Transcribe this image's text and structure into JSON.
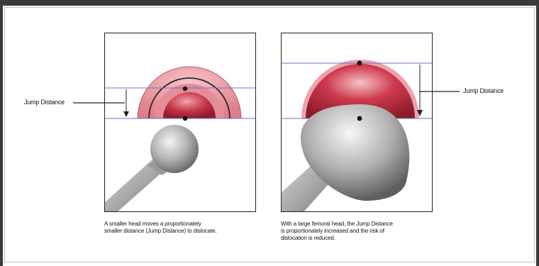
{
  "labels": {
    "left_jump": "Jump Distance",
    "right_jump": "Jump Distance"
  },
  "captions": {
    "left": [
      "A smaller head moves a proportionately",
      "smaller distance (Jump Distance) to dislocate."
    ],
    "right": [
      "With a large femoral head, the Jump Distance",
      "is proportionately increased and the risk of",
      "dislocation is reduced."
    ]
  },
  "colors": {
    "cup_pink": "#e8909a",
    "liner_red": "#c83a4a",
    "guide_line": "#6d6fd0",
    "metal_gray": "#a9a9a9"
  },
  "icons": {
    "marker": "black-dot"
  }
}
